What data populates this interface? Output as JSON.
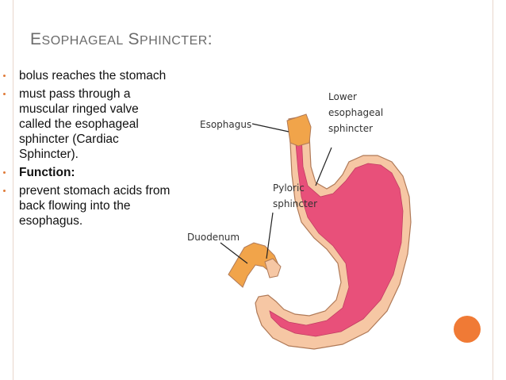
{
  "title": {
    "first_letter": "E",
    "rest_word1": "SOPHAGEAL",
    "word2_first": "S",
    "word2_rest": "PHINCTER",
    "colon": ":"
  },
  "bullets": [
    {
      "text": "bolus reaches the stomach",
      "bold": false
    },
    {
      "text": " must pass through a muscular ringed valve called the esophageal sphincter (Cardiac Sphincter).",
      "bold": false
    },
    {
      "text": "Function:",
      "bold": true
    },
    {
      "text": "prevent stomach acids from back flowing into the esophagus.",
      "bold": false
    }
  ],
  "diagram": {
    "labels": {
      "esophagus": "Esophagus",
      "lower_esophageal_1": "Lower",
      "lower_esophageal_2": "esophageal",
      "lower_esophageal_3": "sphincter",
      "pyloric_1": "Pyloric",
      "pyloric_2": "sphincter",
      "duodenum": "Duodenum"
    }
  },
  "colors": {
    "stomach_inner": "#e8507a",
    "stomach_wall": "#f6c7a4",
    "duodenum": "#f1a44a",
    "accent": "#f07a35",
    "title": "#6b6b6b"
  }
}
